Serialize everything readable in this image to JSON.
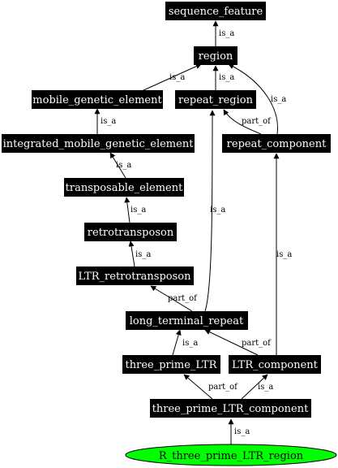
{
  "colors": {
    "node_fill": "#000000",
    "node_text": "#ffffff",
    "focus_fill": "#00ff00",
    "edge": "#000000"
  },
  "nodes": {
    "sequence_feature": "sequence_feature",
    "region": "region",
    "mobile_genetic_element": "mobile_genetic_element",
    "repeat_region": "repeat_region",
    "integrated_mobile_genetic_element": "integrated_mobile_genetic_element",
    "repeat_component": "repeat_component",
    "transposable_element": "transposable_element",
    "retrotransposon": "retrotransposon",
    "LTR_retrotransposon": "LTR_retrotransposon",
    "long_terminal_repeat": "long_terminal_repeat",
    "three_prime_LTR": "three_prime_LTR",
    "LTR_component": "LTR_component",
    "three_prime_LTR_component": "three_prime_LTR_component",
    "R_three_prime_LTR_region": "R_three_prime_LTR_region"
  },
  "edges": [
    {
      "from": "region",
      "to": "sequence_feature",
      "label": "is_a"
    },
    {
      "from": "mobile_genetic_element",
      "to": "region",
      "label": "is_a"
    },
    {
      "from": "repeat_region",
      "to": "region",
      "label": "is_a"
    },
    {
      "from": "repeat_component",
      "to": "region",
      "label": "is_a"
    },
    {
      "from": "integrated_mobile_genetic_element",
      "to": "mobile_genetic_element",
      "label": "is_a"
    },
    {
      "from": "repeat_component",
      "to": "repeat_region",
      "label": "part_of"
    },
    {
      "from": "transposable_element",
      "to": "integrated_mobile_genetic_element",
      "label": "is_a"
    },
    {
      "from": "retrotransposon",
      "to": "transposable_element",
      "label": "is_a"
    },
    {
      "from": "LTR_retrotransposon",
      "to": "retrotransposon",
      "label": "is_a"
    },
    {
      "from": "long_terminal_repeat",
      "to": "repeat_region",
      "label": "is_a"
    },
    {
      "from": "long_terminal_repeat",
      "to": "LTR_retrotransposon",
      "label": "part_of"
    },
    {
      "from": "LTR_component",
      "to": "repeat_component",
      "label": "is_a"
    },
    {
      "from": "three_prime_LTR",
      "to": "long_terminal_repeat",
      "label": "is_a"
    },
    {
      "from": "LTR_component",
      "to": "long_terminal_repeat",
      "label": "part_of"
    },
    {
      "from": "three_prime_LTR_component",
      "to": "three_prime_LTR",
      "label": "part_of"
    },
    {
      "from": "three_prime_LTR_component",
      "to": "LTR_component",
      "label": "is_a"
    },
    {
      "from": "R_three_prime_LTR_region",
      "to": "three_prime_LTR_component",
      "label": "is_a"
    }
  ]
}
